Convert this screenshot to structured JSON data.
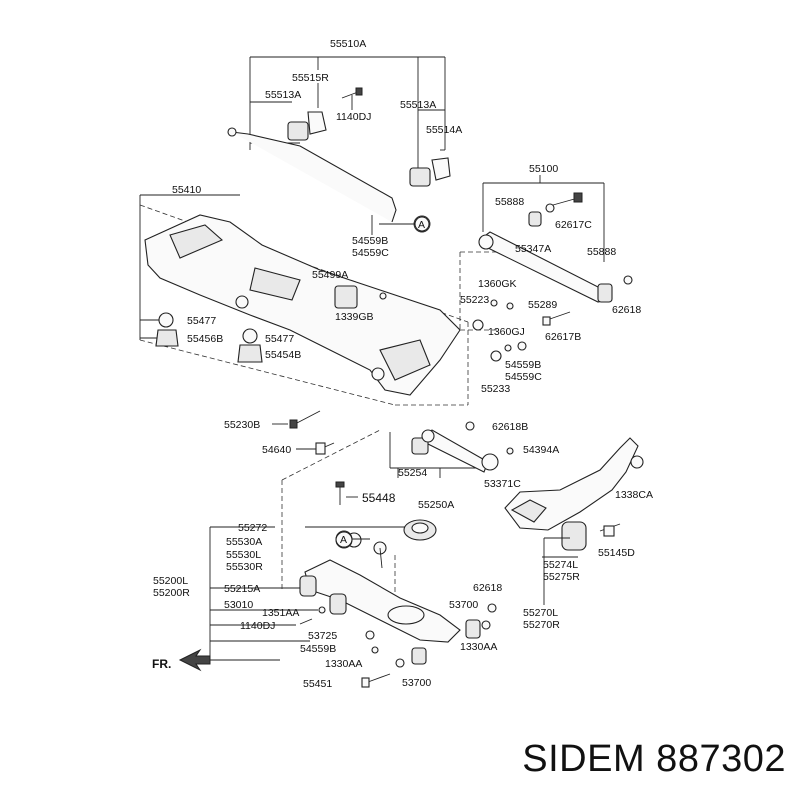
{
  "labels": {
    "l55510A": "55510A",
    "l55515R": "55515R",
    "l55513A_1": "55513A",
    "l1140DJ_1": "1140DJ",
    "l55513A_2": "55513A",
    "l55514A": "55514A",
    "l55410": "55410",
    "l55100": "55100",
    "l55888_1": "55888",
    "l62617C": "62617C",
    "l55347A": "55347A",
    "l55888_2": "55888",
    "l54559B_1": "54559B",
    "l54559C_1": "54559C",
    "l55499A": "55499A",
    "l1360GK": "1360GK",
    "l55223": "55223",
    "l55289": "55289",
    "l62618_1": "62618",
    "l1339GB": "1339GB",
    "l55477_1": "55477",
    "l55456B": "55456B",
    "l55477_2": "55477",
    "l55454B": "55454B",
    "l1360GJ": "1360GJ",
    "l62617B": "62617B",
    "l54559B_2": "54559B",
    "l54559C_2": "54559C",
    "l55233": "55233",
    "l55230B": "55230B",
    "l62618B": "62618B",
    "l54640": "54640",
    "l54394A": "54394A",
    "l55254": "55254",
    "l53371C": "53371C",
    "l55448": "55448",
    "l55250A": "55250A",
    "l1338CA": "1338CA",
    "l55272": "55272",
    "l55530A": "55530A",
    "l55530L": "55530L",
    "l55530R": "55530R",
    "l55200L": "55200L",
    "l55200R": "55200R",
    "l55215A": "55215A",
    "l53010": "53010",
    "l1351AA": "1351AA",
    "l1140DJ_2": "1140DJ",
    "l53725": "53725",
    "l54559B_3": "54559B",
    "l1330AA_1": "1330AA",
    "l55451": "55451",
    "l62618_2": "62618",
    "l53700_1": "53700",
    "l1330AA_2": "1330AA",
    "l53700_2": "53700",
    "l55145D": "55145D",
    "l55274L": "55274L",
    "l55275R": "55275R",
    "l55270L": "55270L",
    "l55270R": "55270R",
    "callA_1": "A",
    "callA_2": "A",
    "fr": "FR."
  },
  "caption": "SIDEM 887302"
}
